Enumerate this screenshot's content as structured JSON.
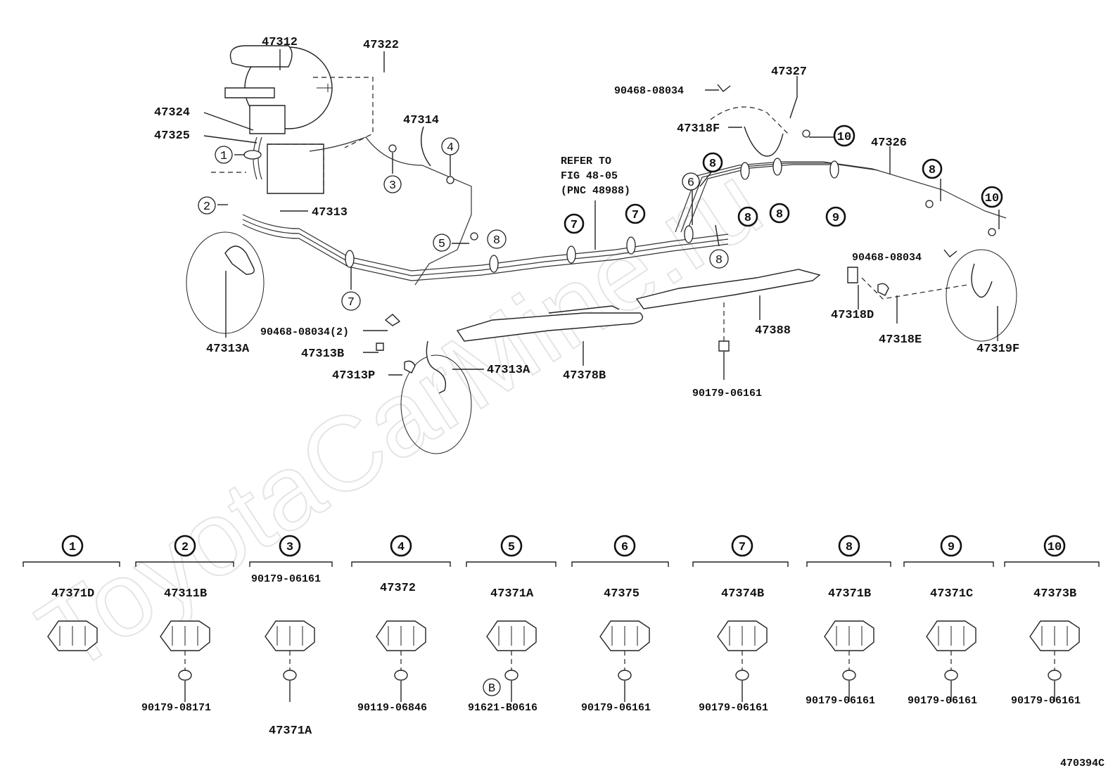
{
  "watermark": "ToyotaCarMine.ru",
  "figure_code": "470394C",
  "refer_note": {
    "line1": "REFER TO",
    "line2": "FIG 48-05",
    "line3": "(PNC 48988)"
  },
  "top_labels": {
    "p47312": "47312",
    "p47322": "47322",
    "p47324": "47324",
    "p47325": "47325",
    "p47314": "47314",
    "p47313": "47313",
    "p47313A_left": "47313A",
    "p90468_2": "90468-08034(2)",
    "p47313B": "47313B",
    "p47313P": "47313P",
    "p47313A_mid": "47313A",
    "p47378B": "47378B",
    "p90179_top": "90179-06161",
    "p47388": "47388",
    "p90468_top": "90468-08034",
    "p47327": "47327",
    "p47318F": "47318F",
    "p47326": "47326",
    "p90468_right": "90468-08034",
    "p47318D": "47318D",
    "p47318E": "47318E",
    "p47319F": "47319F"
  },
  "callouts": {
    "c1": "1",
    "c2": "2",
    "c3": "3",
    "c4": "4",
    "c5": "5",
    "c6": "6",
    "c7a": "7",
    "c7b": "7",
    "c7c": "7",
    "c8a": "8",
    "c8b": "8",
    "c8c": "8",
    "c8d": "8",
    "c8e": "8",
    "c8f": "8",
    "c9": "9",
    "c10a": "10",
    "c10b": "10"
  },
  "legend": [
    {
      "num": "1",
      "part": "47371D",
      "fasteners": []
    },
    {
      "num": "2",
      "part": "47311B",
      "fasteners": [
        "90179-08171"
      ]
    },
    {
      "num": "3",
      "part": "47371A",
      "fasteners": [
        "90179-06161"
      ]
    },
    {
      "num": "4",
      "part": "47372",
      "fasteners": [
        "90119-06846"
      ]
    },
    {
      "num": "5",
      "part": "47371A",
      "fasteners": [
        "91621-B0616"
      ],
      "marker": "B"
    },
    {
      "num": "6",
      "part": "47375",
      "fasteners": [
        "90179-06161"
      ]
    },
    {
      "num": "7",
      "part": "47374B",
      "fasteners": [
        "90179-06161"
      ]
    },
    {
      "num": "8",
      "part": "47371B",
      "fasteners": [
        "90179-06161"
      ]
    },
    {
      "num": "9",
      "part": "47371C",
      "fasteners": [
        "90179-06161"
      ]
    },
    {
      "num": "10",
      "part": "47373B",
      "fasteners": [
        "90179-06161"
      ]
    }
  ]
}
